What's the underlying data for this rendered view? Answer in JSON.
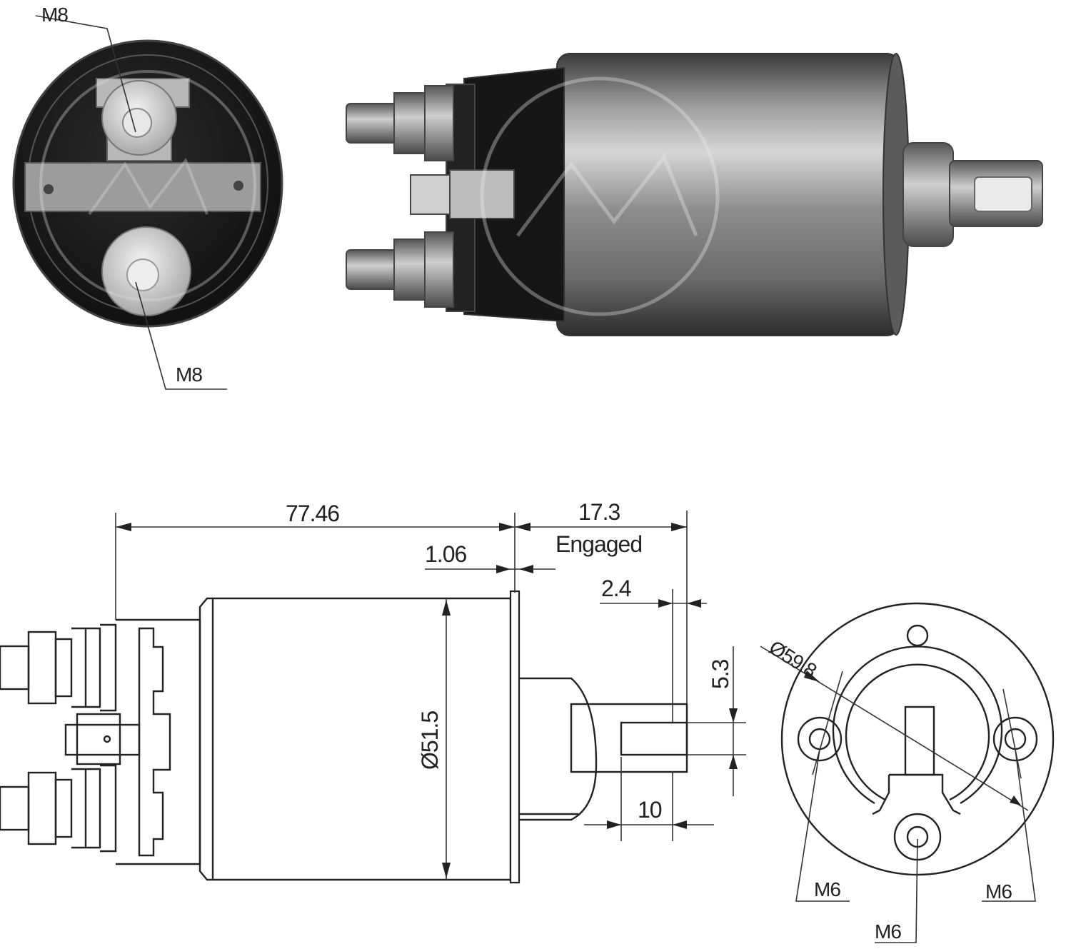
{
  "photo_top": {
    "end_view_labels": {
      "top_terminal": "M8",
      "bottom_terminal": "M8"
    }
  },
  "drawing": {
    "dims": {
      "overall_length": "77.46",
      "plunger_travel": "17.3",
      "plunger_state": "Engaged",
      "flange_thickness": "1.06",
      "eye_offset": "2.4",
      "body_diameter": "Ø51.5",
      "eye_width": "5.3",
      "eye_length": "10",
      "mount_circle_diameter": "Ø59.8"
    },
    "mount_labels": {
      "left": "M6",
      "right": "M6",
      "bottom": "M6"
    }
  },
  "colors": {
    "line": "#222222",
    "photo_dark": "#151515",
    "photo_metal": "#8a8a8a"
  }
}
